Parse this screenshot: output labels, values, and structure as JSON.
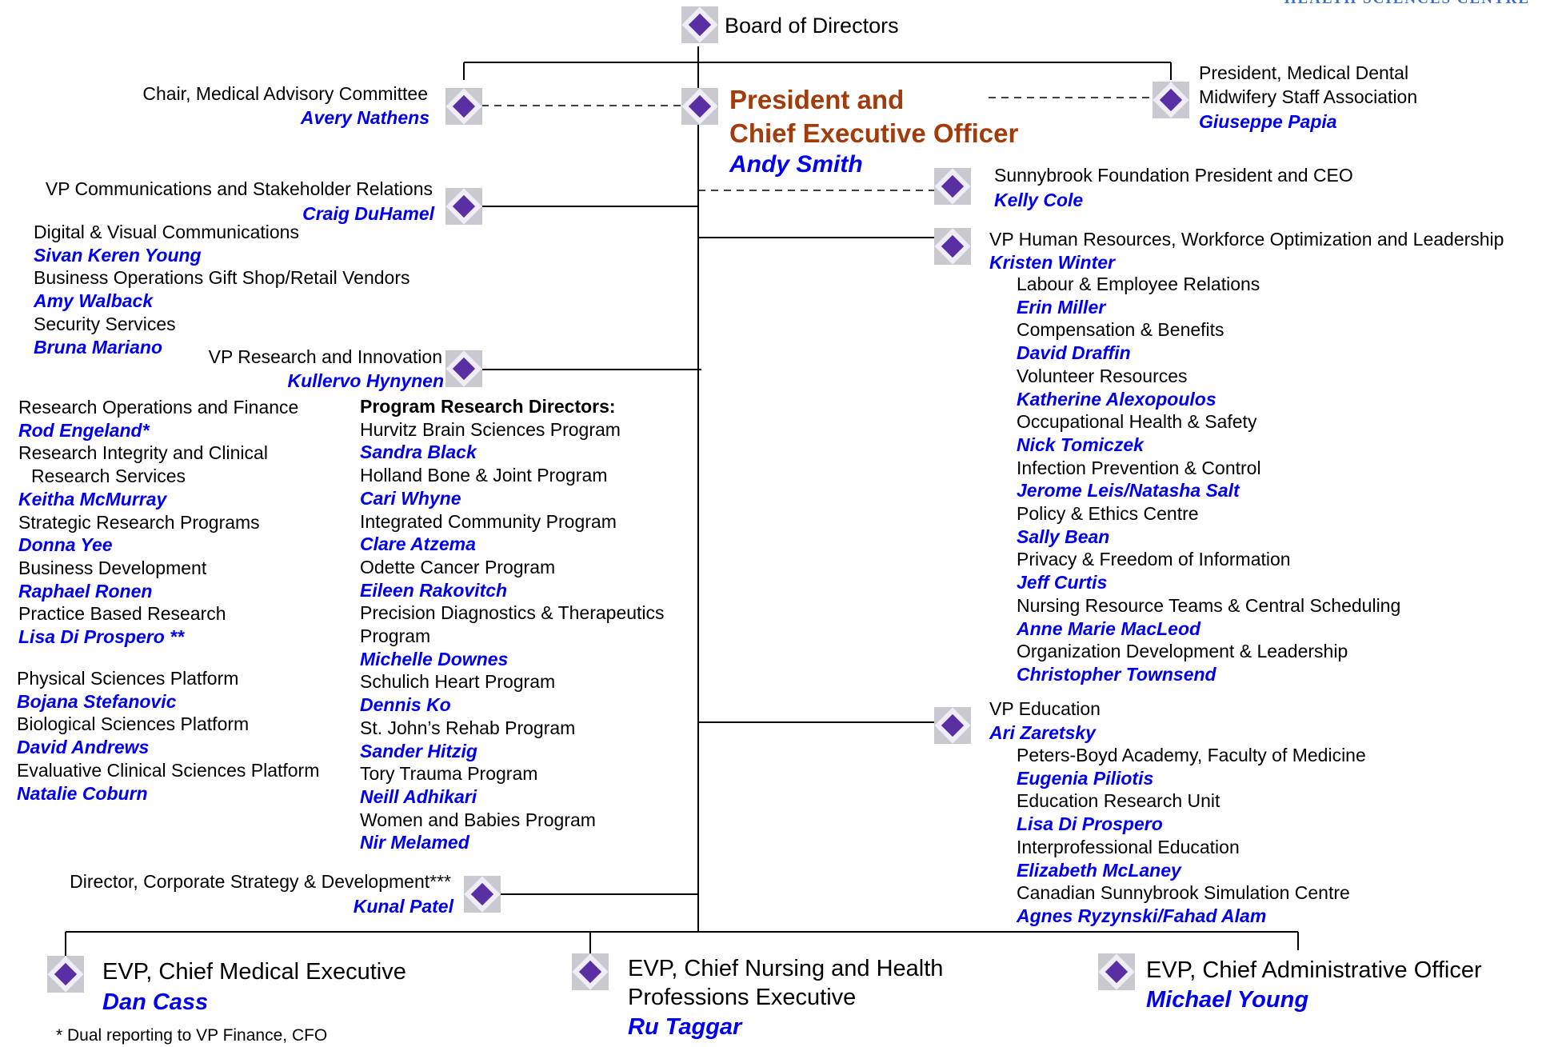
{
  "brand_text": "HEALTH SCIENCES CENTRE",
  "board": {
    "title": "Board of Directors"
  },
  "ceo": {
    "title_line1": "President and",
    "title_line2": "Chief Executive Officer",
    "name": "Andy Smith"
  },
  "mac": {
    "title": "Chair, Medical Advisory Committee",
    "name": "Avery Nathens"
  },
  "mdmsa": {
    "title_line1": "President, Medical Dental",
    "title_line2": "Midwifery Staff Association",
    "name": "Giuseppe Papia"
  },
  "foundation": {
    "title": "Sunnybrook Foundation President and CEO",
    "name": "Kelly Cole"
  },
  "comms": {
    "title": "VP Communications and Stakeholder Relations",
    "name": "Craig DuHamel",
    "reports": [
      {
        "title": "Digital & Visual Communications",
        "name": "Sivan Keren Young"
      },
      {
        "title": "Business Operations Gift Shop/Retail Vendors",
        "name": "Amy Walback"
      },
      {
        "title": "Security Services",
        "name": "Bruna Mariano"
      }
    ]
  },
  "research": {
    "title": "VP Research and Innovation",
    "name": "Kullervo Hynynen",
    "reports": [
      {
        "title": "Research Operations and Finance",
        "name": "Rod Engeland*"
      },
      {
        "title_line1": "Research Integrity and Clinical",
        "title_line2": "Research Services",
        "name": "Keitha McMurray"
      },
      {
        "title": "Strategic Research Programs",
        "name": "Donna Yee"
      },
      {
        "title": "Business Development",
        "name": "Raphael Ronen"
      },
      {
        "title": "Practice Based Research",
        "name": "Lisa Di Prospero **"
      }
    ],
    "platforms": [
      {
        "title": "Physical Sciences Platform",
        "name": "Bojana Stefanovic"
      },
      {
        "title": "Biological Sciences Platform",
        "name": "David Andrews"
      },
      {
        "title": "Evaluative Clinical Sciences Platform",
        "name": "Natalie Coburn"
      }
    ],
    "program_directors_heading": "Program Research Directors:",
    "programs": [
      {
        "title": "Hurvitz Brain Sciences Program",
        "name": "Sandra Black"
      },
      {
        "title": "Holland Bone & Joint Program",
        "name": "Cari Whyne"
      },
      {
        "title": "Integrated Community Program",
        "name": "Clare Atzema"
      },
      {
        "title": "Odette Cancer Program",
        "name": "Eileen Rakovitch"
      },
      {
        "title_line1": "Precision Diagnostics & Therapeutics",
        "title_line2": "Program",
        "name": "Michelle Downes"
      },
      {
        "title": "Schulich Heart Program",
        "name": "Dennis Ko"
      },
      {
        "title": "St. John’s Rehab Program",
        "name": "Sander Hitzig"
      },
      {
        "title": "Tory Trauma Program",
        "name": "Neill Adhikari"
      },
      {
        "title": "Women and Babies Program",
        "name": "Nir Melamed"
      }
    ]
  },
  "strategy": {
    "title": "Director, Corporate Strategy & Development***",
    "name": "Kunal Patel"
  },
  "hr": {
    "title": "VP Human Resources, Workforce Optimization and Leadership",
    "name": "Kristen Winter",
    "reports": [
      {
        "title": "Labour & Employee Relations",
        "name": "Erin Miller"
      },
      {
        "title": "Compensation & Benefits",
        "name": "David Draffin"
      },
      {
        "title": "Volunteer Resources",
        "name": "Katherine Alexopoulos"
      },
      {
        "title": "Occupational Health & Safety",
        "name": "Nick Tomiczek"
      },
      {
        "title": "Infection Prevention & Control",
        "name": "Jerome Leis/Natasha Salt"
      },
      {
        "title": "Policy & Ethics Centre",
        "name": "Sally Bean"
      },
      {
        "title": "Privacy & Freedom of Information",
        "name": "Jeff Curtis"
      },
      {
        "title": "Nursing Resource Teams & Central Scheduling",
        "name": "Anne Marie MacLeod"
      },
      {
        "title": "Organization Development & Leadership",
        "name": "Christopher Townsend"
      }
    ]
  },
  "education": {
    "title": "VP Education",
    "name": "Ari Zaretsky",
    "reports": [
      {
        "title": "Peters-Boyd Academy, Faculty of Medicine",
        "name": "Eugenia Piliotis"
      },
      {
        "title": "Education Research Unit",
        "name": "Lisa Di Prospero"
      },
      {
        "title": "Interprofessional Education",
        "name": "Elizabeth McLaney"
      },
      {
        "title": "Canadian Sunnybrook Simulation Centre",
        "name": "Agnes Ryzynski/Fahad Alam"
      }
    ]
  },
  "evp": [
    {
      "title": "EVP, Chief Medical Executive",
      "name": "Dan Cass"
    },
    {
      "title_line1": "EVP, Chief Nursing and Health",
      "title_line2": "Professions Executive",
      "name": "Ru Taggar"
    },
    {
      "title": "EVP, Chief Administrative Officer",
      "name": "Michael Young"
    }
  ],
  "footnote": "*   Dual reporting to VP Finance, CFO"
}
